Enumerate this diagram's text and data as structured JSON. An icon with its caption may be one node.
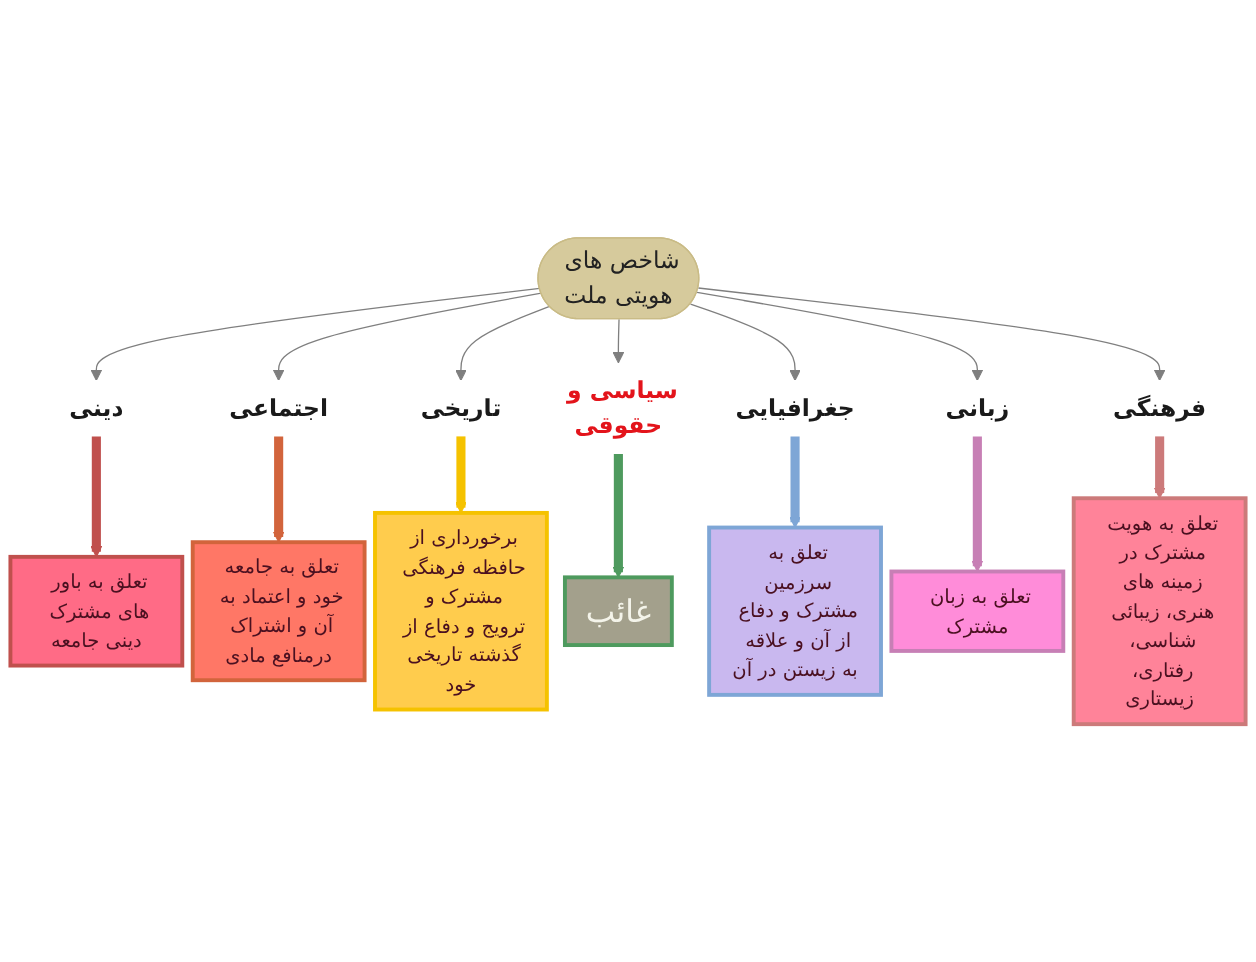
{
  "diagram": {
    "nodes": [
      {
        "text": [
          "شاخص های هویتی ملت"
        ]
      },
      {
        "text": [
          "دینی"
        ]
      },
      {
        "text": [
          "اجتماعی"
        ]
      },
      {
        "text": [
          "تاریخی"
        ]
      },
      {
        "text": [
          "سیاسی و حقوقی"
        ]
      },
      {
        "text": [
          "جغرافیایی"
        ]
      },
      {
        "text": [
          "زبانی"
        ]
      },
      {
        "text": [
          "فرهنگی"
        ]
      },
      {
        "text": [
          "تعلق به باور های مشترک دینی جامعه"
        ]
      },
      {
        "text": [
          "تعلق به جامعه خود و اعتماد به آن و اشتراک درمنافع مادی"
        ]
      },
      {
        "text": [
          "برخورداری از حافظه فرهنگی مشترک و ترویج و دفاع از گذشته تاریخی خود"
        ]
      },
      {
        "text": [
          "غائب"
        ]
      },
      {
        "text": [
          "تعلق به سرزمین مشترک و دفاع از آن و علاقه به زیستن در آن"
        ]
      },
      {
        "text": [
          "تعلق به زبان مشترک"
        ]
      },
      {
        "text": [
          "تعلق به هویت مشترک در زمینه های هنری، زیبائی شناسی، رفتاری، زیستاری"
        ]
      }
    ],
    "edges": [
      {
        "from": 0,
        "to": 1,
        "arrow": "to"
      },
      {
        "from": 0,
        "to": 2,
        "arrow": "to"
      },
      {
        "from": 0,
        "to": 3,
        "arrow": "to"
      },
      {
        "from": 0,
        "to": 4,
        "arrow": "to"
      },
      {
        "from": 0,
        "to": 5,
        "arrow": "to"
      },
      {
        "from": 0,
        "to": 6,
        "arrow": "to"
      },
      {
        "from": 0,
        "to": 7,
        "arrow": "to"
      },
      {
        "from": 1,
        "to": 8,
        "arrow": "to",
        "style": "thick",
        "color": "#c0504d"
      },
      {
        "from": 2,
        "to": 9,
        "arrow": "to",
        "style": "thick",
        "color": "#d2643c"
      },
      {
        "from": 3,
        "to": 10,
        "arrow": "to",
        "style": "thick",
        "color": "#f5c200"
      },
      {
        "from": 4,
        "to": 11,
        "arrow": "to",
        "style": "thick",
        "color": "#4e9a5e"
      },
      {
        "from": 5,
        "to": 12,
        "arrow": "to",
        "style": "thick",
        "color": "#7ea6d6"
      },
      {
        "from": 6,
        "to": 13,
        "arrow": "to",
        "style": "thick",
        "color": "#c77fb5"
      },
      {
        "from": 7,
        "to": 14,
        "arrow": "to",
        "style": "thick",
        "color": "#cc7a7a"
      }
    ]
  }
}
